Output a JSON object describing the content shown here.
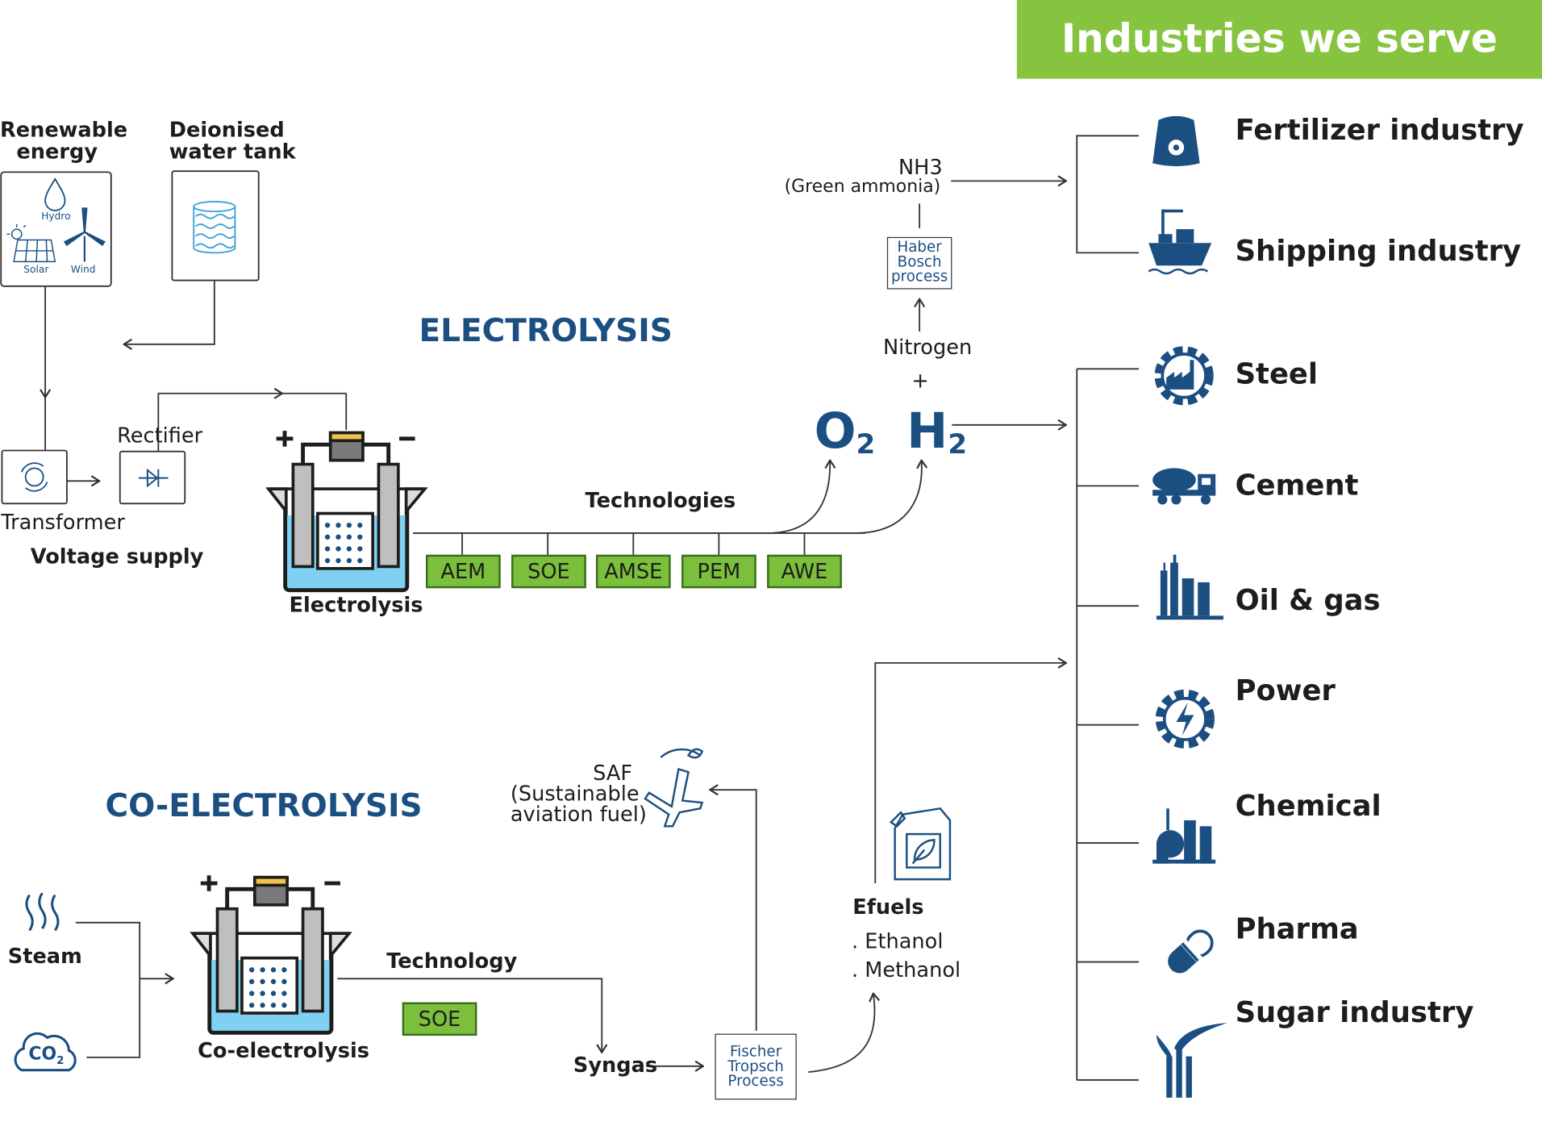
{
  "header": {
    "title": "Industries we serve"
  },
  "electrolysis": {
    "title": "ELECTROLYSIS",
    "renewable_label": "Renewable\nenergy",
    "renewable_sub": {
      "hydro": "Hydro",
      "solar": "Solar",
      "wind": "Wind"
    },
    "water_tank_label": "Deionised\nwater tank",
    "rectifier": "Rectifier",
    "transformer": "Transformer",
    "voltage_supply": "Voltage supply",
    "cell_label": "Electrolysis",
    "technologies_label": "Technologies",
    "technologies": [
      "AEM",
      "SOE",
      "AMSE",
      "PEM",
      "AWE"
    ],
    "o2": "O",
    "o2_sub": "2",
    "h2": "H",
    "h2_sub": "2",
    "plus": "+",
    "nitrogen": "Nitrogen",
    "haber_bosch": "Haber\nBosch\nprocess",
    "nh3": "NH3",
    "nh3_sub": "(Green ammonia)"
  },
  "co_electrolysis": {
    "title": "CO-ELECTROLYSIS",
    "steam": "Steam",
    "co2": "CO",
    "co2_sub": "2",
    "cell_label": "Co-electrolysis",
    "technology_label": "Technology",
    "technology": "SOE",
    "syngas": "Syngas",
    "fischer_tropsch": "Fischer\nTropsch\nProcess",
    "saf": "SAF\n(Sustainable\naviation fuel)",
    "efuels": "Efuels",
    "efuel_items": [
      ". Ethanol",
      ". Methanol"
    ]
  },
  "industries": [
    {
      "label": "Fertilizer industry",
      "icon": "fertilizer-bag-icon"
    },
    {
      "label": "Shipping industry",
      "icon": "ship-icon"
    },
    {
      "label": "Steel",
      "icon": "steel-factory-gear-icon"
    },
    {
      "label": "Cement",
      "icon": "cement-truck-icon"
    },
    {
      "label": "Oil & gas",
      "icon": "refinery-icon"
    },
    {
      "label": "Power",
      "icon": "power-gear-icon"
    },
    {
      "label": "Chemical",
      "icon": "chemical-plant-icon"
    },
    {
      "label": "Pharma",
      "icon": "pill-icon"
    },
    {
      "label": "Sugar industry",
      "icon": "sugarcane-icon"
    }
  ],
  "colors": {
    "green": "#86c440",
    "blue": "#1b4f82",
    "water": "#7fd0f2",
    "tech_green": "#7cbf3c"
  }
}
